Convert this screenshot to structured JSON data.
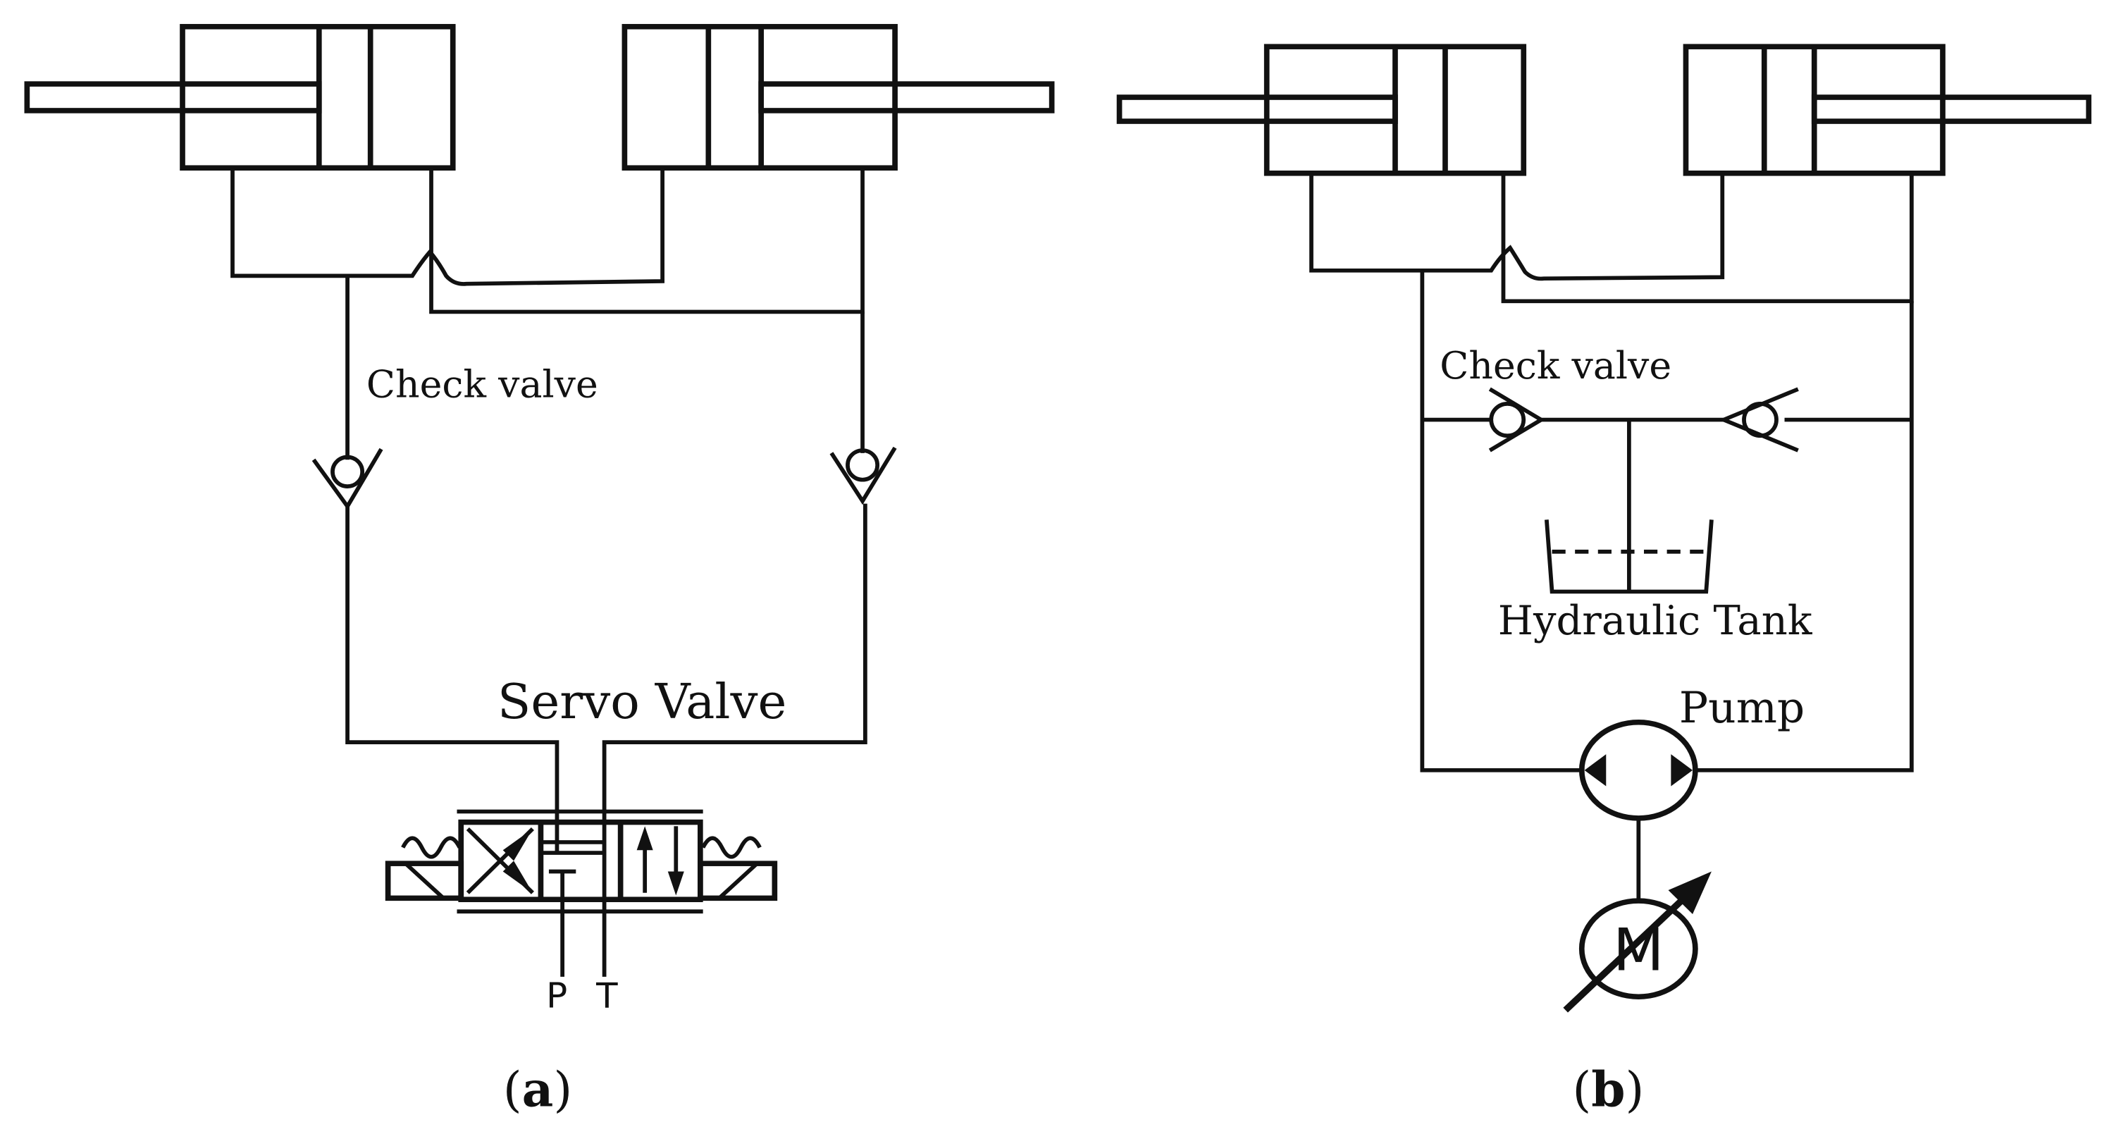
{
  "panel_a": {
    "check_valve_label": "Check valve",
    "servo_valve_label": "Servo Valve",
    "port_p": "P",
    "port_t": "T",
    "caption_open": "(",
    "caption_letter": "a",
    "caption_close": ")"
  },
  "panel_b": {
    "check_valve_label": "Check valve",
    "tank_label": "Hydraulic Tank",
    "pump_label": "Pump",
    "motor_label": "M",
    "caption_open": "(",
    "caption_letter": "b",
    "caption_close": ")"
  },
  "colors": {
    "line": "#111111",
    "background": "#ffffff"
  }
}
